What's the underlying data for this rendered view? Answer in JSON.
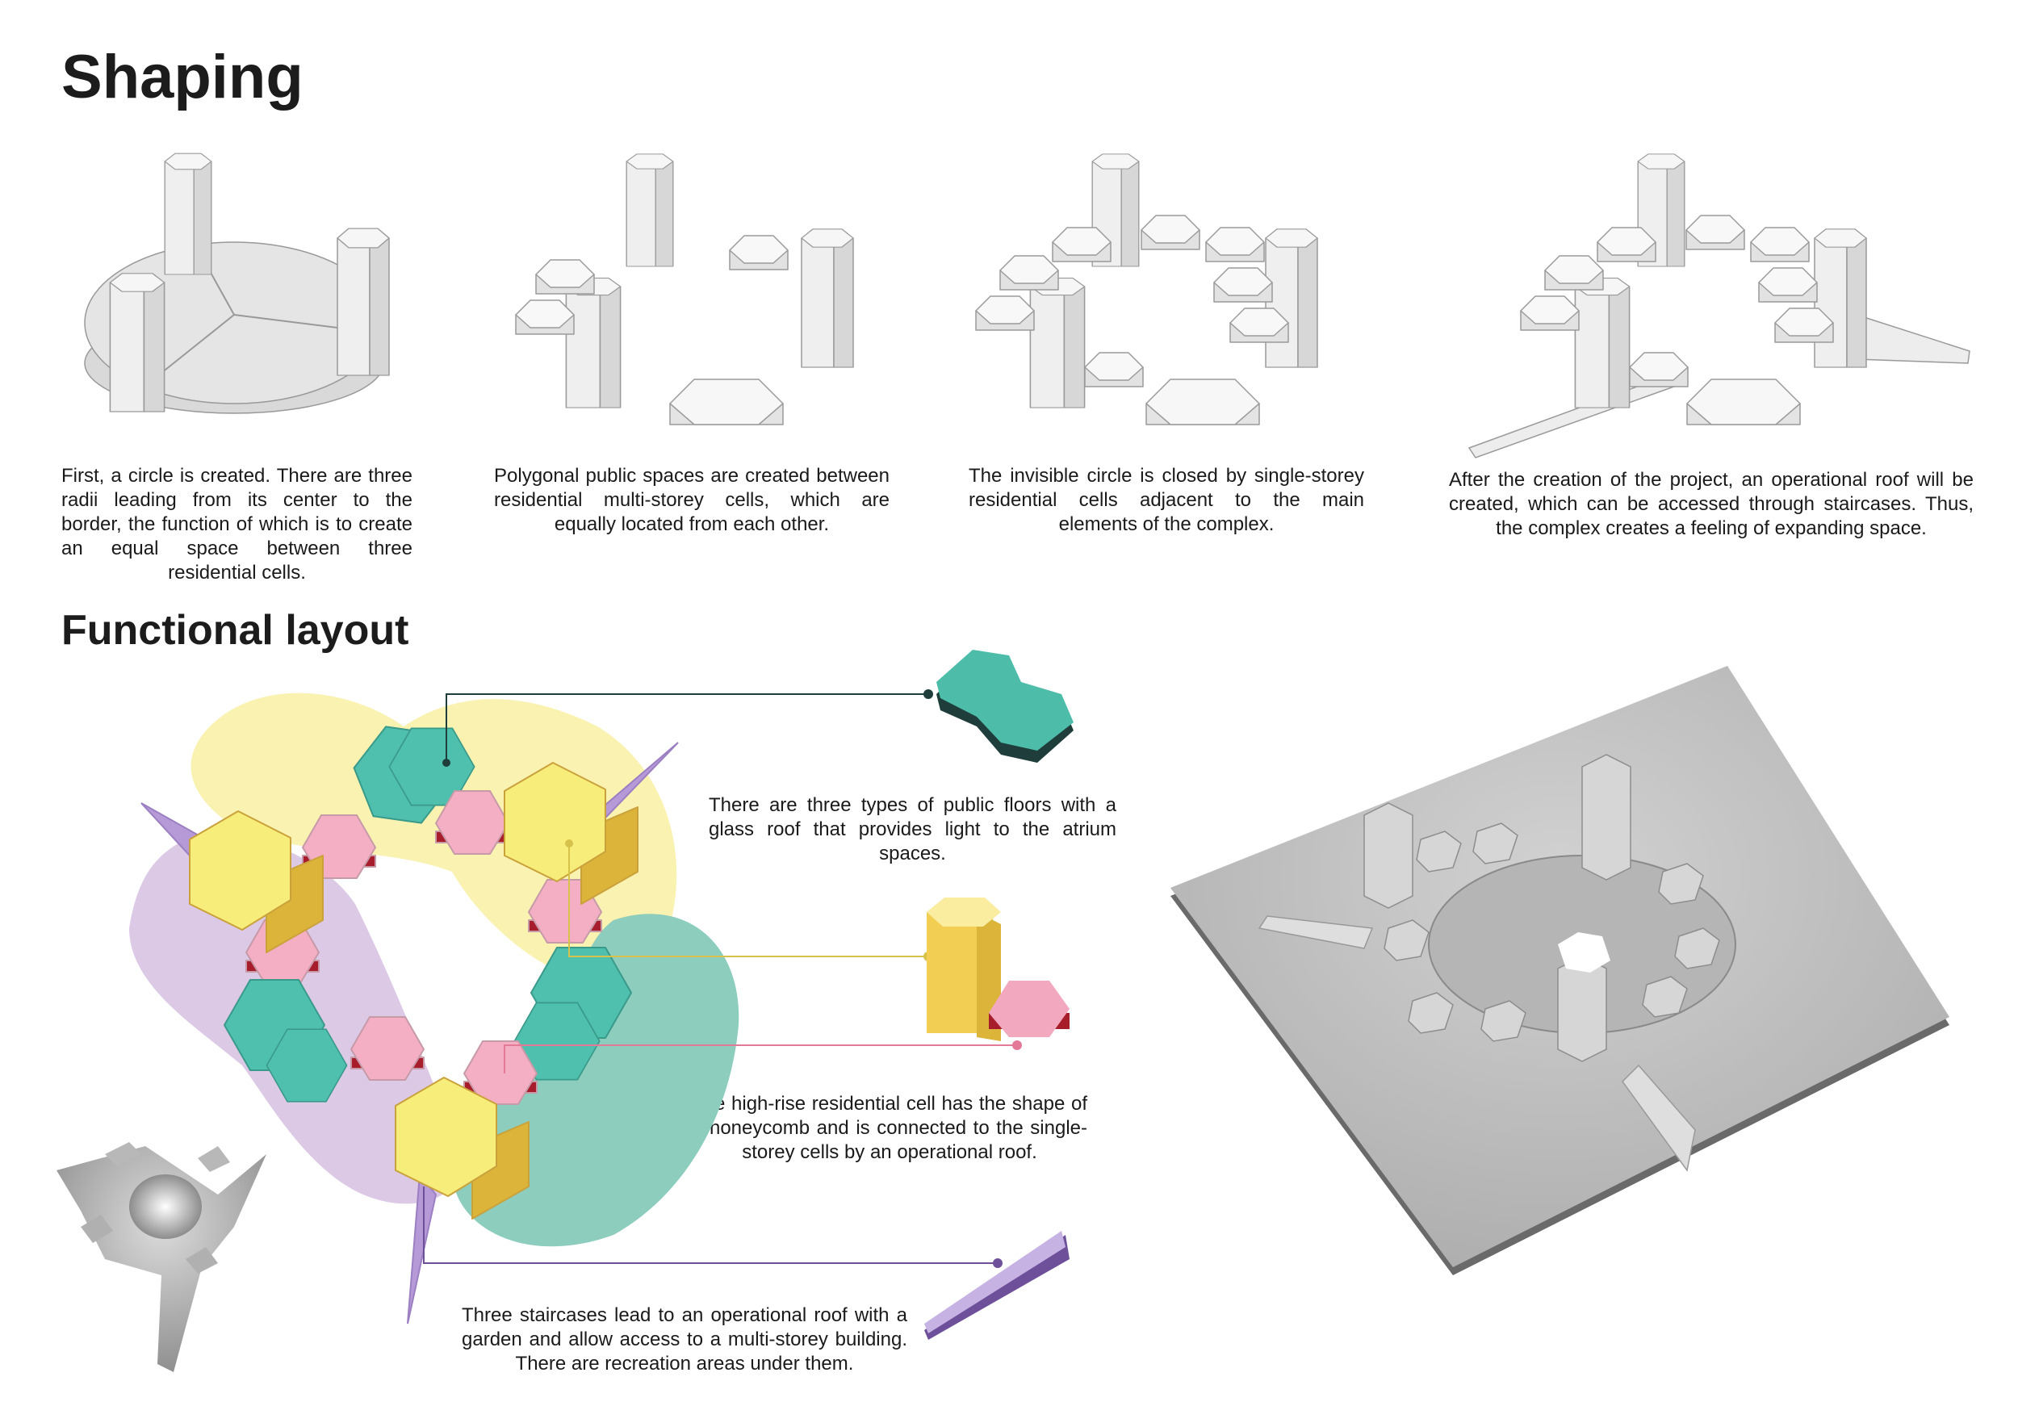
{
  "headings": {
    "shaping": "Shaping",
    "functional": "Functional layout"
  },
  "shaping_steps": [
    "First, a circle is created. There are three radii leading from its center to the border, the function of which is to create an equal space between three residential cells.",
    "Polygonal public spaces are created between residential multi-storey cells, which are equally located from each other.",
    "The invisible circle is closed by single-storey residential cells adjacent to the main elements of the complex.",
    "After the creation of the project, an operational roof will be created, which can be accessed through staircases. Thus, the complex creates a feeling of expanding space."
  ],
  "legend": {
    "public_floors": "There are three types of public floors with a glass roof that provides light to the atrium spaces.",
    "residential": "The high-rise residential cell has the shape of a honeycomb and is connected to the single-storey cells by an operational roof.",
    "staircases": "Three staircases lead to an operational roof with a garden and allow access to a multi-storey building. There are recreation areas under them."
  },
  "colors": {
    "public": "#4dbdaa",
    "residential_high": "#f5e96a",
    "residential_low": "#f2a9bf",
    "staircase": "#a98fcf",
    "zone_yellow": "#faf2b0",
    "zone_purple": "#dcc9e6",
    "zone_teal": "#8ccdbd"
  }
}
